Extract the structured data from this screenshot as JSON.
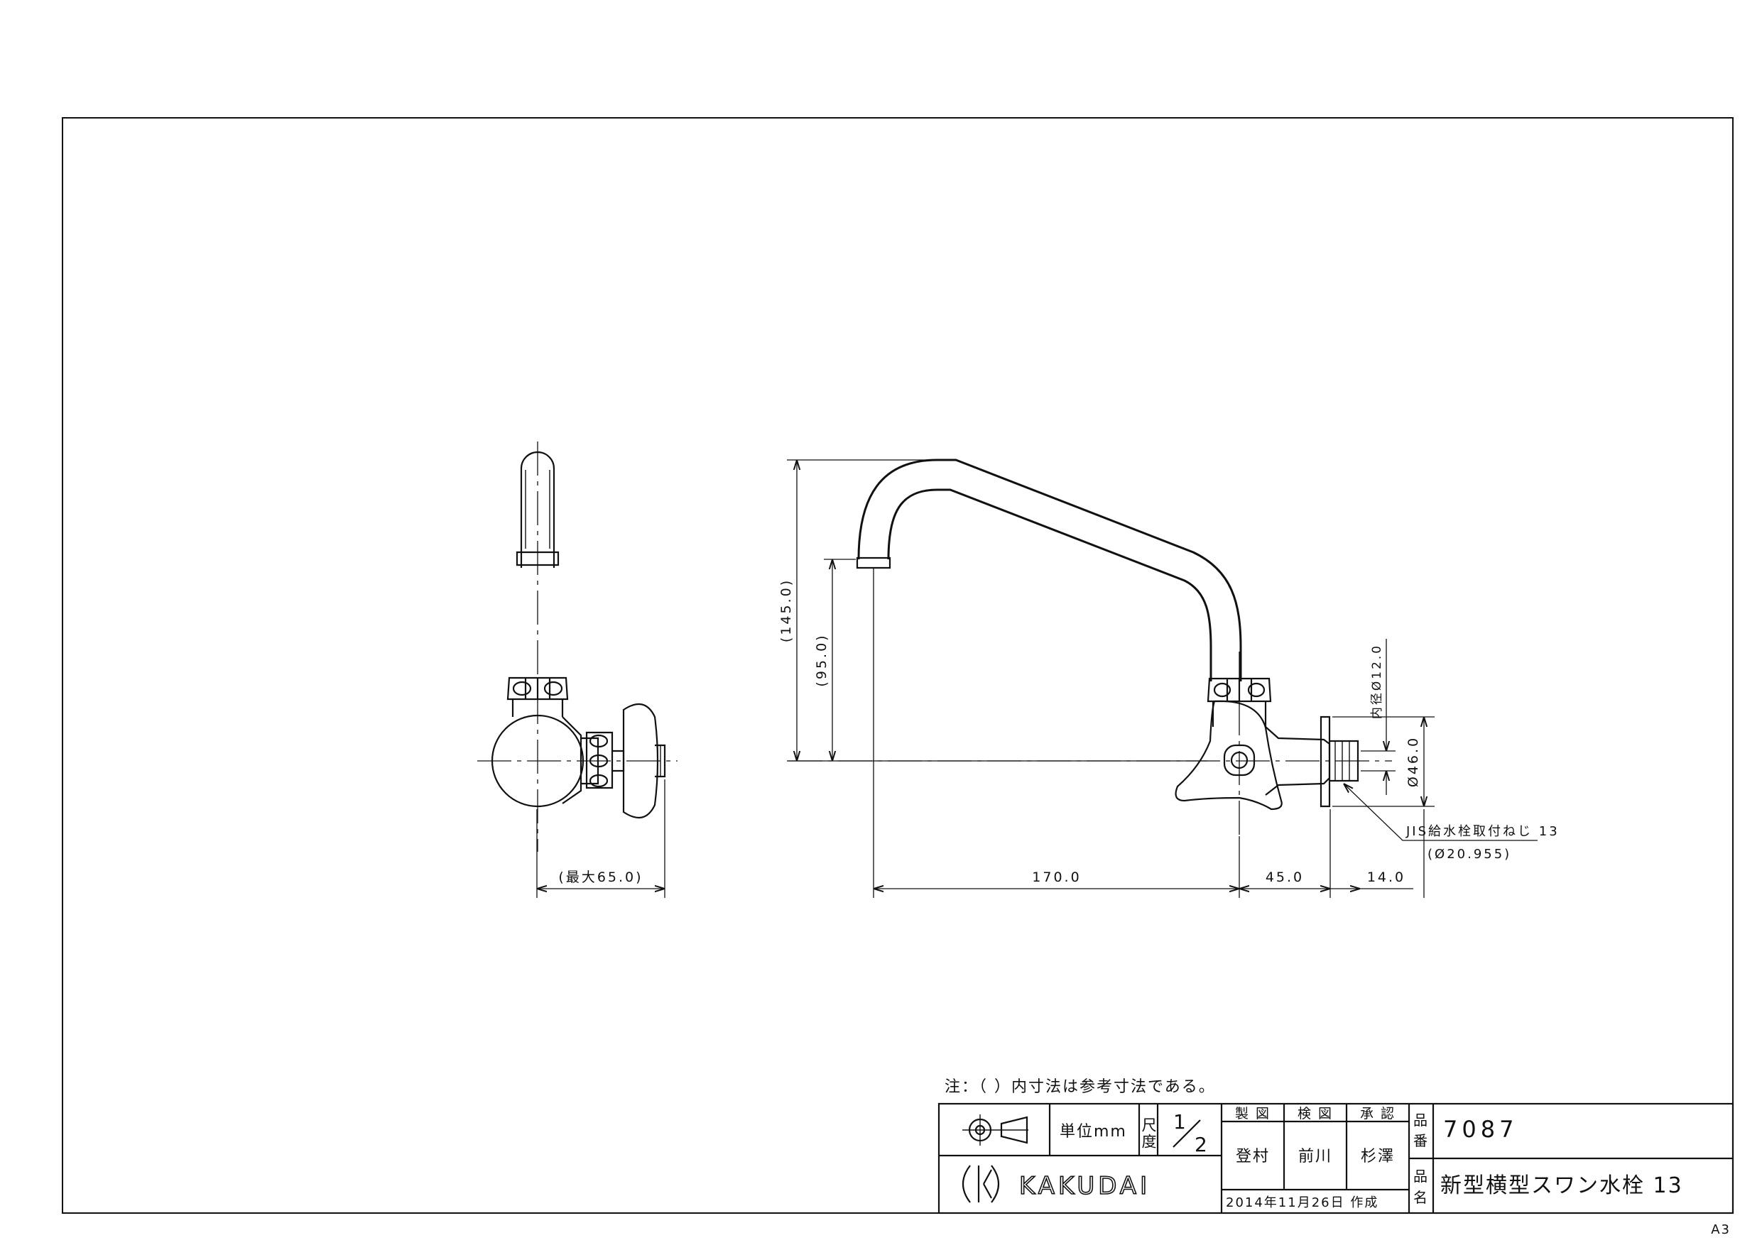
{
  "sheet": {
    "size_label": "A3"
  },
  "dimensions": {
    "height_total": "(145.0)",
    "height_spout": "(95.0)",
    "length_spout": "170.0",
    "length_body": "45.0",
    "length_thread": "14.0",
    "side_depth": "(最大65.0)",
    "inner_diameter": "内径Ø12.0",
    "flange_diameter": "Ø46.0",
    "thread_label": "JIS給水栓取付ねじ 13",
    "thread_diameter": "(Ø20.955)"
  },
  "note": "注：（ ）内寸法は参考寸法である。",
  "title_block": {
    "unit_label": "単位mm",
    "scale_label": "尺度",
    "scale_numerator": "1",
    "scale_denominator": "2",
    "drawn_header": "製 図",
    "checked_header": "検 図",
    "approved_header": "承 認",
    "drawn_by": "登村",
    "checked_by": "前川",
    "approved_by": "杉澤",
    "part_number_label_1": "品",
    "part_number_label_2": "番",
    "part_name_label_1": "品",
    "part_name_label_2": "名",
    "part_number": "7087",
    "part_name": "新型横型スワン水栓 13",
    "date_created": "2014年11月26日 作成",
    "company": "KAKUDAI"
  }
}
